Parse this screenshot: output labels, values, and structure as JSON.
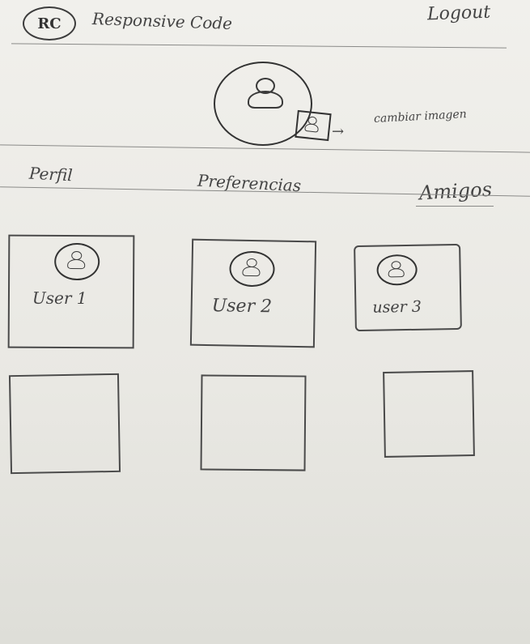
{
  "header": {
    "logo_text": "RC",
    "app_title": "Responsive Code",
    "logout_label": "Logout"
  },
  "profile": {
    "change_image_arrow": "→",
    "change_image_label": "cambiar imagen"
  },
  "tabs": [
    {
      "label": "Perfil"
    },
    {
      "label": "Preferencias"
    },
    {
      "label": "Amigos"
    }
  ],
  "friends": [
    {
      "label": "User 1"
    },
    {
      "label": "User 2"
    },
    {
      "label": "user 3"
    }
  ],
  "icons": {
    "avatar": "user-icon"
  }
}
